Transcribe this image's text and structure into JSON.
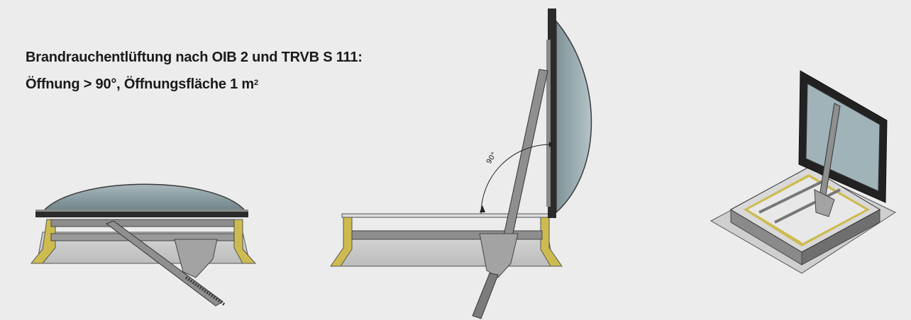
{
  "heading": {
    "line1": "Brandrauchentlüftung nach OIB 2 und TRVB S 111:",
    "line2_prefix": "Öffnung > 90°, Öffnungsfläche 1 m",
    "line2_sup": "2"
  },
  "figure": {
    "angle_label": "90°"
  },
  "colors": {
    "background": "#ececec",
    "glass": "#8fa3aa",
    "frame_dark": "#2b2b2b",
    "seal_yellow": "#cdbb4f",
    "metal": "#9a9a9a"
  }
}
